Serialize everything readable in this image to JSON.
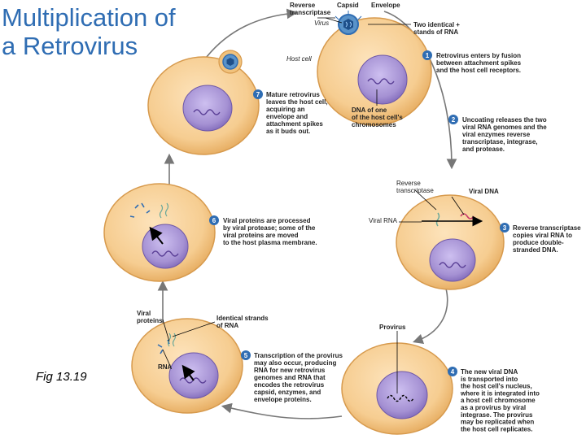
{
  "title": {
    "line1": "Multiplication of",
    "line2": "a Retrovirus"
  },
  "figure_label": "Fig 13.19",
  "colors": {
    "title": "#2f6db3",
    "step_circle": "#2f6db3",
    "cell": "#f4c98a",
    "nucleus": "#9d86c9"
  },
  "labels": {
    "reverse_transcriptase": [
      "Reverse",
      "transcriptase"
    ],
    "capsid": "Capsid",
    "envelope": "Envelope",
    "virus": "Virus",
    "two_identical_rna": [
      "Two identical +",
      "stands of RNA"
    ],
    "host_cell": "Host cell",
    "dna_of_one": [
      "DNA of one",
      "of the host cell's",
      "chromosomes"
    ],
    "reverse_transcriptase_2": [
      "Reverse",
      "transcriptase"
    ],
    "viral_dna": "Viral DNA",
    "viral_rna": "Viral RNA",
    "provirus": "Provirus",
    "viral_proteins": [
      "Viral",
      "proteins"
    ],
    "identical_strands": [
      "Identical strands",
      "of RNA"
    ],
    "rna": "RNA"
  },
  "steps": [
    {
      "num": "1",
      "lines": [
        "Retrovirus enters by fusion",
        "between attachment spikes",
        "and the host cell receptors."
      ]
    },
    {
      "num": "2",
      "lines": [
        "Uncoating releases the two",
        "viral RNA genomes and the",
        "viral enzymes reverse",
        "transcriptase, integrase,",
        "and protease."
      ]
    },
    {
      "num": "3",
      "lines": [
        "Reverse transcriptase",
        "copies viral RNA to",
        "produce double-",
        "stranded DNA."
      ]
    },
    {
      "num": "4",
      "lines": [
        "The new viral DNA",
        "is transported into",
        "the host cell's nucleus,",
        "where it is integrated into",
        "a host cell chromosome",
        "as a provirus by viral",
        "integrase. The provirus",
        "may be replicated when",
        "the host cell replicates."
      ]
    },
    {
      "num": "5",
      "lines": [
        "Transcription of the provirus",
        "may also occur, producing",
        "RNA for new retrovirus",
        "genomes and RNA that",
        "encodes the retrovirus",
        "capsid, enzymes, and",
        "envelope proteins."
      ]
    },
    {
      "num": "6",
      "lines": [
        "Viral proteins are processed",
        "by viral protease; some of the",
        "viral proteins are moved",
        "to the host plasma membrane."
      ]
    },
    {
      "num": "7",
      "lines": [
        "Mature retrovirus",
        "leaves the host cell,",
        "acquiring an",
        "envelope and",
        "attachment spikes",
        "as it buds out."
      ]
    }
  ]
}
